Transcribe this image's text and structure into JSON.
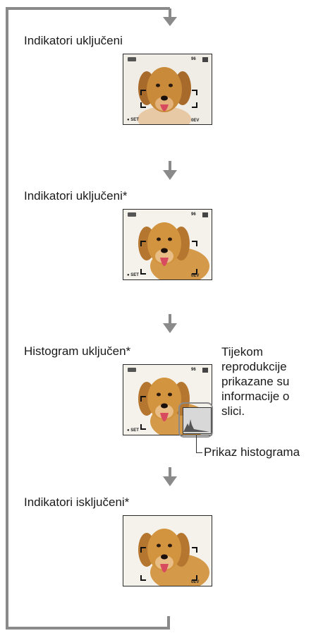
{
  "steps": [
    {
      "label": "Indikatori uključeni",
      "count": "96",
      "set": "● SET",
      "ev": "0EV"
    },
    {
      "label": "Indikatori uključeni*",
      "count": "96",
      "set": "● SET",
      "ev": "0EV"
    },
    {
      "label": "Histogram uključen*",
      "count": "96",
      "set": "● SET",
      "ev": ""
    },
    {
      "label": "Indikatori isključeni*",
      "count": "",
      "set": "",
      "ev": "0EV"
    }
  ],
  "note": "Tijekom reprodukcije prikazane su informacije o slici.",
  "callout": "Prikaz histograma",
  "icons": [
    "down-arrow-icon",
    "battery-icon",
    "memory-card-icon",
    "ev-marker-icon"
  ],
  "colors": {
    "line": "#8a8a8a",
    "screen_bg": "#f0ede6",
    "dog_fur": "#c98a3a"
  }
}
